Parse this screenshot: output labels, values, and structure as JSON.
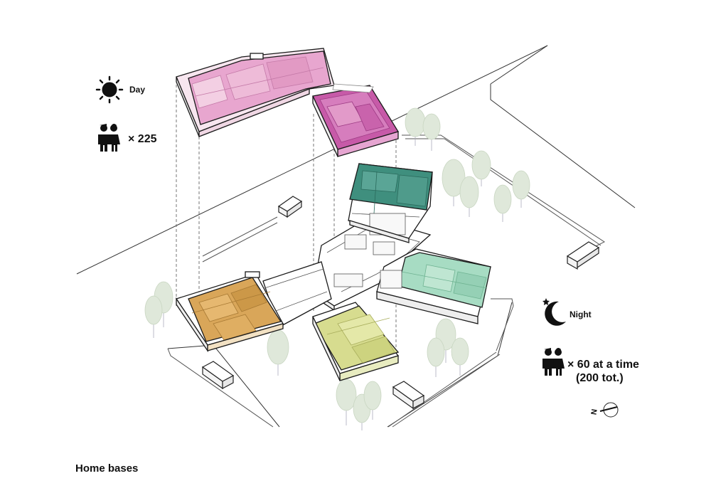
{
  "legend": {
    "day": {
      "icon": "sun-icon",
      "label": "Day",
      "count_icon": "children-icon",
      "count": "× 225"
    },
    "night": {
      "icon": "moon-icon",
      "label": "Night",
      "count_icon": "children-icon",
      "count_line1": "× 60 at a time",
      "count_line2": "(200 tot.)"
    }
  },
  "caption": "Home bases",
  "north_arrow": {
    "icon": "north-arrow-icon",
    "letter": "N"
  },
  "zone_colors": {
    "upper_floor": "#e8a6cf",
    "upper_floor_dark": "#c75aa8",
    "north_wing": "#3f8f7e",
    "east_wing": "#a7dcc3",
    "south_wing": "#d7dc8f",
    "west_wing": "#d9a659",
    "tree": "#dfe8da",
    "building_line": "#1a1a1a"
  }
}
